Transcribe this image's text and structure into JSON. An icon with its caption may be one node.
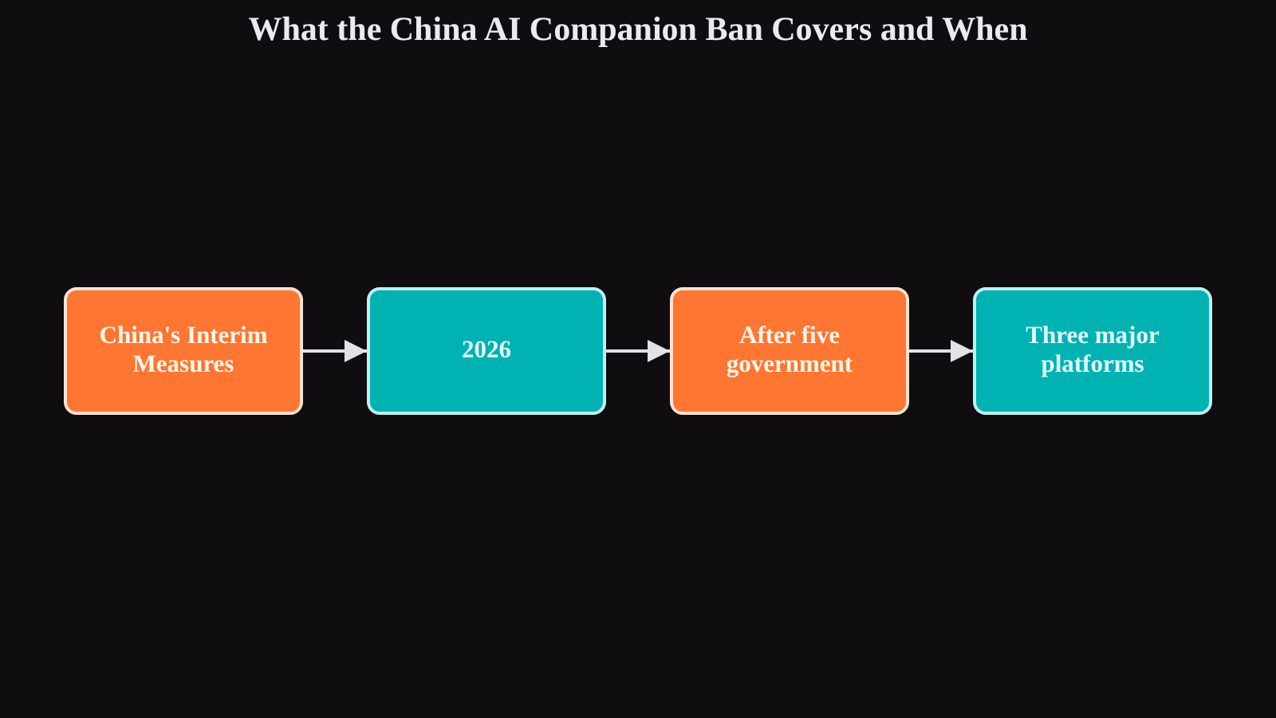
{
  "diagram": {
    "title": "What the China AI Companion Ban Covers and When",
    "nodes": [
      {
        "text": [
          "China's Interim Measures"
        ]
      },
      {
        "text": [
          "2026"
        ]
      },
      {
        "text": [
          "After five government"
        ]
      },
      {
        "text": [
          "Three major platforms"
        ]
      }
    ],
    "edges": [
      {
        "from": 0,
        "to": 1,
        "arrow": "to"
      },
      {
        "from": 1,
        "to": 2,
        "arrow": "to"
      },
      {
        "from": 2,
        "to": 3,
        "arrow": "to"
      }
    ]
  }
}
